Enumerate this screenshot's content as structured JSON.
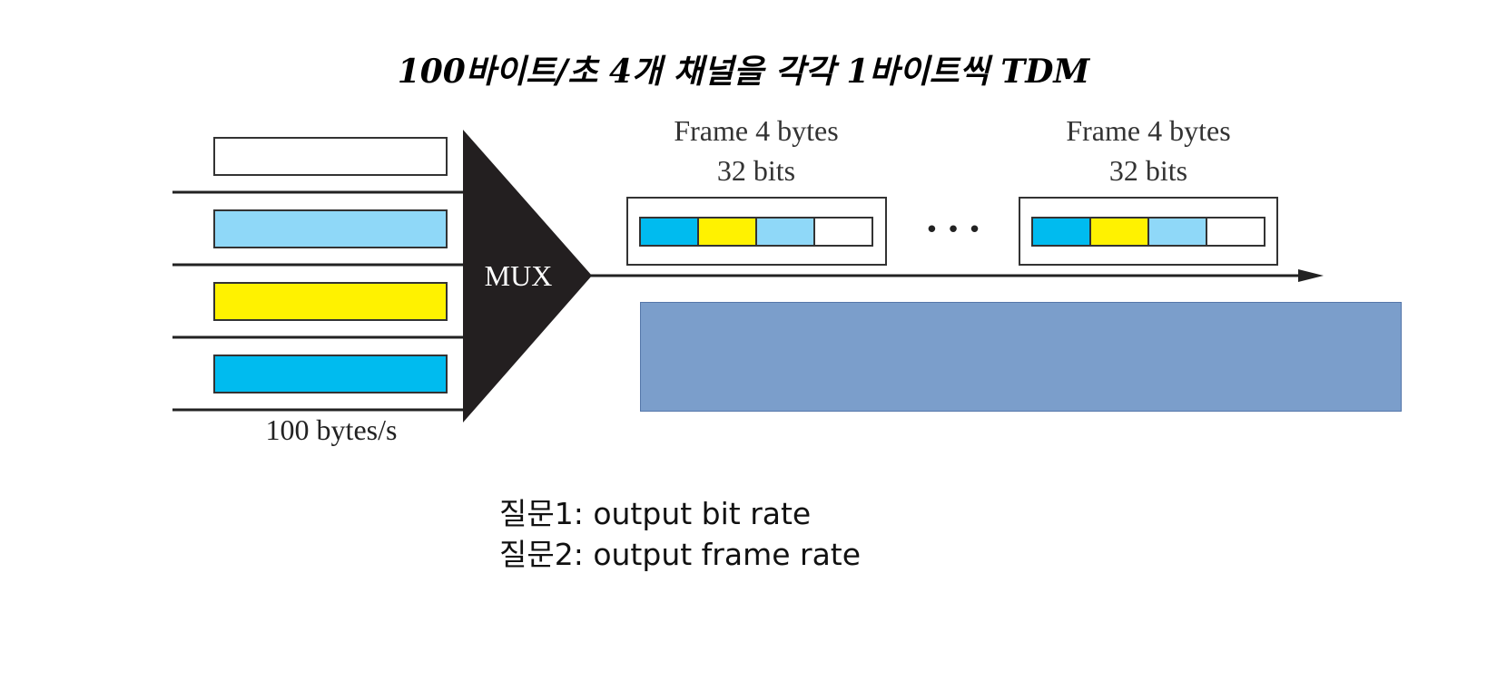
{
  "title": "100바이트/초 4개 채널을 각각 1바이트씩 TDM",
  "diagram": {
    "mux_label": "MUX",
    "input_rate_label": "100 bytes/s",
    "frames": [
      {
        "label_line1": "Frame 4 bytes",
        "label_line2": "32 bits"
      },
      {
        "label_line1": "Frame 4 bytes",
        "label_line2": "32 bits"
      }
    ],
    "ellipsis": "• • •",
    "channel_colors": [
      "#ffffff",
      "#8fd8f8",
      "#fff200",
      "#00bbef"
    ],
    "frame_slot_colors": [
      "#00bbef",
      "#fff200",
      "#8fd8f8",
      "#ffffff"
    ]
  },
  "questions": [
    "질문1: output bit rate",
    "질문2: output frame rate"
  ]
}
